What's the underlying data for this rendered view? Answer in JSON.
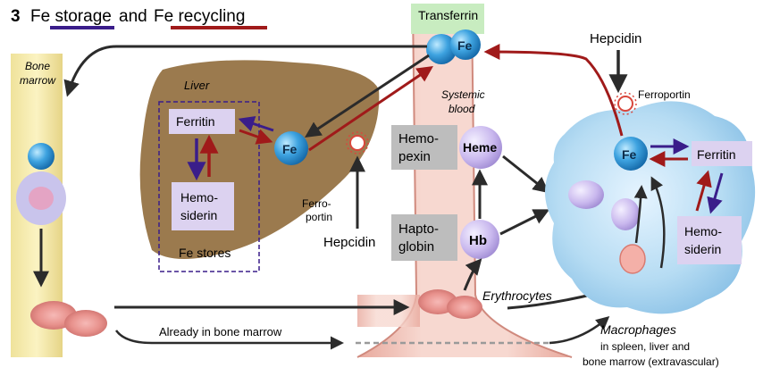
{
  "title": {
    "number": "3",
    "part1": "Fe storage",
    "middle": "and",
    "part2": "Fe recycling",
    "underline1_color": "#3a1d8a",
    "underline2_color": "#a01a1a"
  },
  "bone_marrow": {
    "line1": "Bone",
    "line2": "marrow"
  },
  "liver": {
    "label": "Liver",
    "ferritin": "Ferritin",
    "hemo_line1": "Hemo-",
    "hemo_line2": "siderin",
    "fe": "Fe",
    "stores_label": "Fe stores",
    "ferroportin_line1": "Ferro-",
    "ferroportin_line2": "portin"
  },
  "hepcidin_liver": "Hepcidin",
  "transferrin": {
    "label": "Transferrin",
    "fe": "Fe"
  },
  "systemic_blood": {
    "line1": "Systemic",
    "line2": "blood"
  },
  "hemopexin": {
    "line1": "Hemo-",
    "line2": "pexin",
    "heme": "Heme"
  },
  "haptoglobin": {
    "line1": "Hapto-",
    "line2": "globin",
    "hb": "Hb"
  },
  "erythrocytes": "Erythrocytes",
  "already_label": "Already in bone marrow",
  "macrophage": {
    "hepcidin": "Hepcidin",
    "ferroportin": "Ferroportin",
    "fe": "Fe",
    "ferritin": "Ferritin",
    "hemo_line1": "Hemo-",
    "hemo_line2": "siderin",
    "caption_line1": "Macrophages",
    "caption_line2": "in spleen, liver and",
    "caption_line3": "bone marrow (extravascular)"
  },
  "colors": {
    "storage": "#3a1d8a",
    "recycling": "#a01a1a",
    "box_fill": "#dcd2f0",
    "gray_box": "#bdbdbd",
    "transferrin_bg": "#c8ecc0",
    "liver": "#9b7a4e",
    "vessel": "#f0c4bc"
  }
}
